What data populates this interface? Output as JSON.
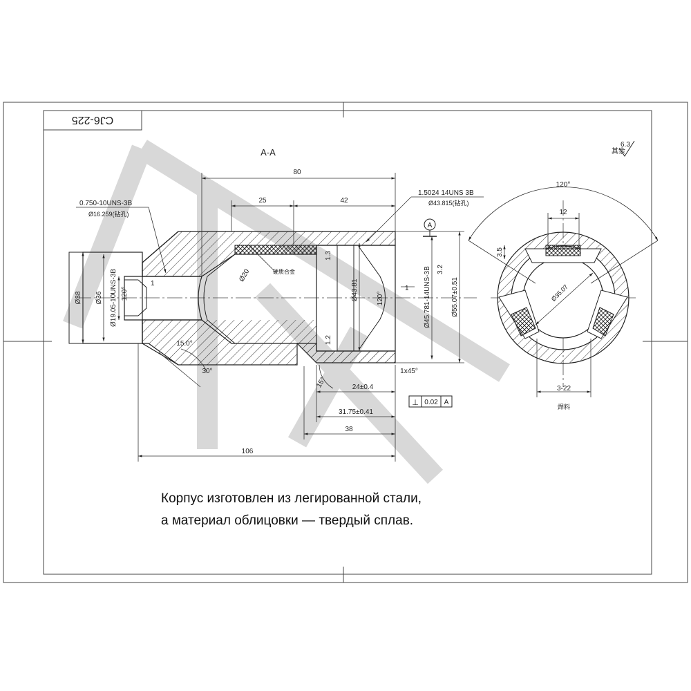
{
  "title_block": {
    "code": "CJ6-225"
  },
  "section": {
    "label": "A-A"
  },
  "roughness": {
    "symbol": "6.3",
    "note": "其余"
  },
  "datum": {
    "label": "A"
  },
  "dimensions": {
    "d80": "80",
    "d25": "25",
    "d42": "42",
    "d38h": "38",
    "d106": "106",
    "d24": "24±0.4",
    "d3175": "31.75±0.41",
    "dia38": "Ø38",
    "dia36": "Ø36",
    "dia19": "Ø19.05-10UNS-3B",
    "dia4381": "Ø43.81",
    "dia45": "Ø45.781-14UNS-3B",
    "dia55": "Ø55.07±0.51",
    "d1a": "1",
    "d1b": "1",
    "a120a": "120°",
    "a120b": "120°",
    "a15": "15.0°",
    "a30": "30°",
    "a15b": "15°",
    "chamfer": "1x45°",
    "r1": "1.3",
    "r2": "1.2",
    "rough32": "3.2",
    "r20": "Ø20",
    "tol1": "⊥",
    "tol2": "0.02",
    "tol3": "A"
  },
  "notes": {
    "thread1": "0.750-10UNS-3B",
    "thread1b": "Ø16.259(钻孔)",
    "thread2": "1.5024  14UNS  3B",
    "thread2b": "Ø43.815(钻孔)",
    "hard_material": "硬质合金",
    "bore": "Ø35.07",
    "angle": "120°",
    "d12": "12",
    "d35": "3.5",
    "d322": "3-22",
    "solder": "焊料"
  },
  "caption": {
    "line1": "Корпус изготовлен из легированной стали,",
    "line2": "а материал облицовки — твердый сплав."
  }
}
